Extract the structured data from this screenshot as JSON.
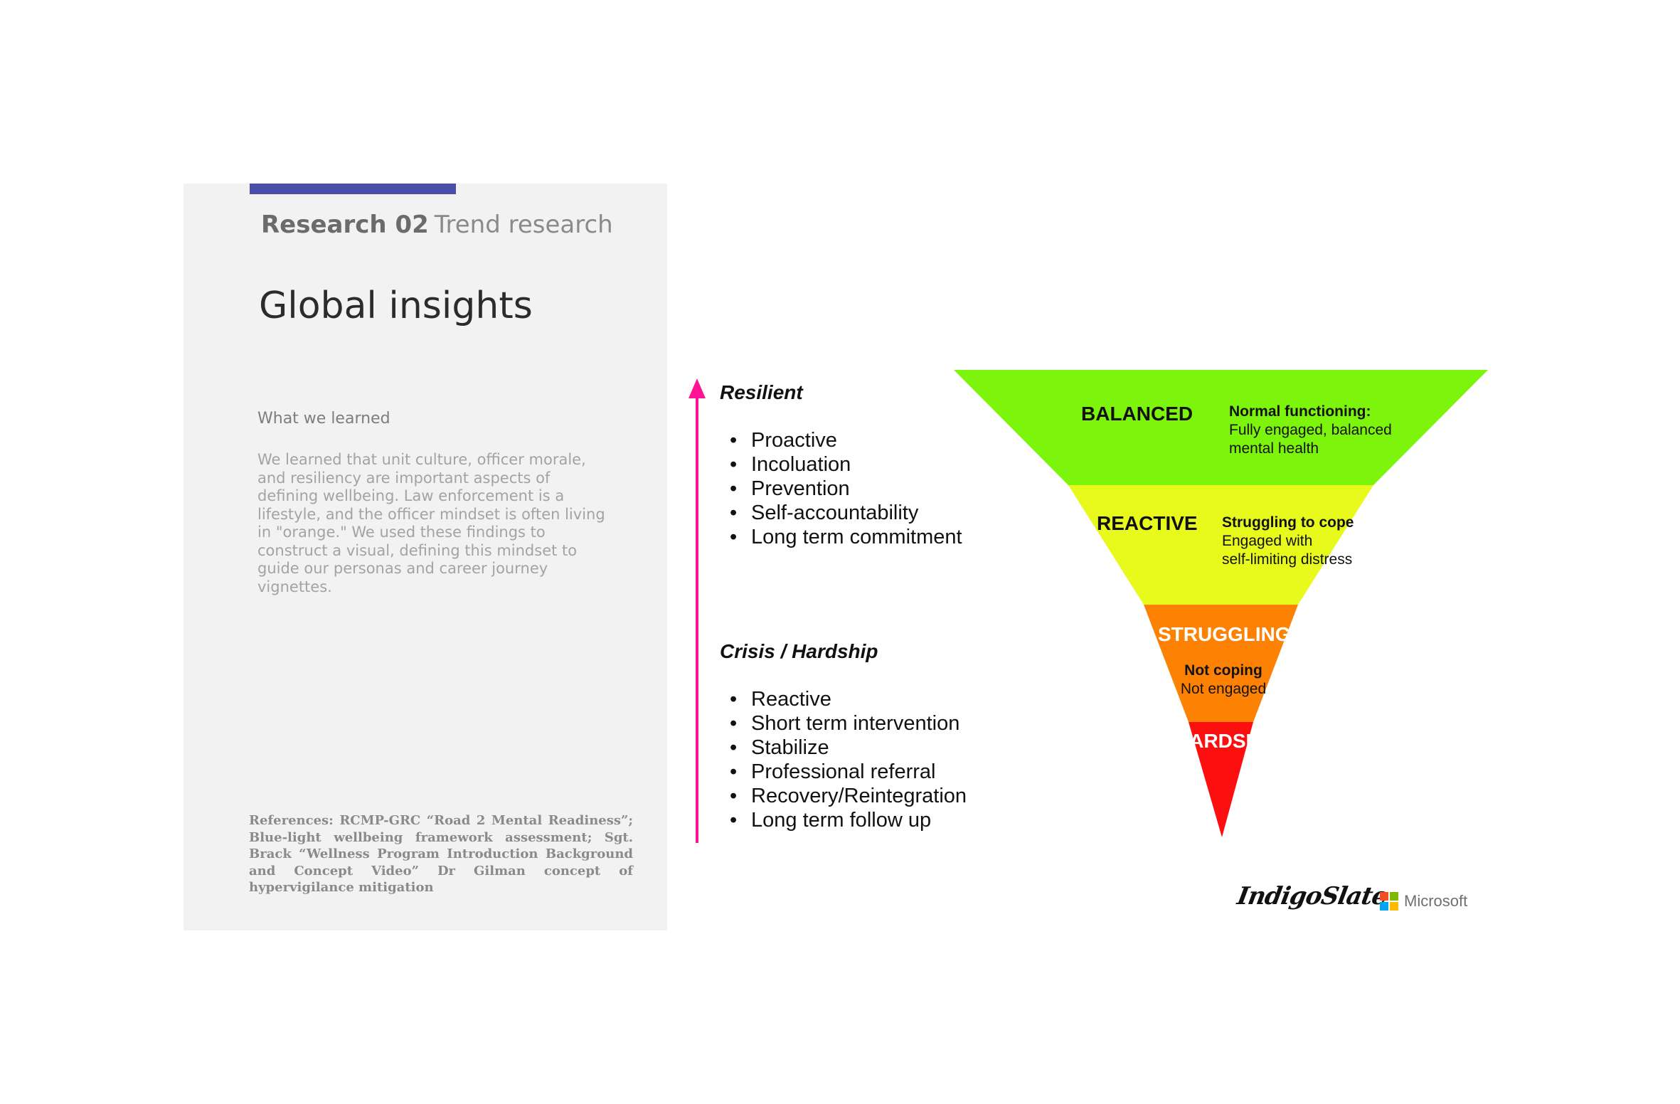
{
  "header": {
    "section_number": "Research 02",
    "section_name": "Trend research",
    "title": "Global insights"
  },
  "learned": {
    "heading": "What we learned",
    "body": "We learned that unit culture, officer morale, and resiliency are important aspects of defining wellbeing. Law enforcement is a lifestyle, and the officer mindset is often living in \"orange.\" We used these findings to construct a visual, defining this mindset to guide our personas and career journey vignettes."
  },
  "references": "References: RCMP-GRC “Road 2 Mental Readiness”; Blue-light wellbeing framework assessment; Sgt. Brack “Wellness Program Introduction Background and Concept Video” Dr Gilman concept of hypervigilance mitigation",
  "spectrum": {
    "arrow_color": "#ff1493",
    "resilient": {
      "heading": "Resilient",
      "items": [
        "Proactive",
        "Incoluation",
        "Prevention",
        "Self-accountability",
        "Long term commitment"
      ]
    },
    "crisis": {
      "heading": "Crisis / Hardship",
      "items": [
        "Reactive",
        "Short term intervention",
        "Stabilize",
        "Professional referral",
        "Recovery/Reintegration",
        "Long term follow up"
      ]
    }
  },
  "pyramid": {
    "levels": [
      {
        "title": "BALANCED",
        "color": "#7cf40c",
        "desc_bold": "Normal functioning:",
        "desc": [
          "Fully engaged, balanced",
          "mental health"
        ]
      },
      {
        "title": "REACTIVE",
        "color": "#e8f91c",
        "desc_bold": "Struggling to cope",
        "desc": [
          "Engaged with",
          "self-limiting distress"
        ]
      },
      {
        "title": "STRUGGLING",
        "color": "#fd8204",
        "desc_bold": "Not coping",
        "desc": [
          "Not engaged"
        ]
      },
      {
        "title": "HARDSHIP",
        "color": "#fe0f0f"
      }
    ]
  },
  "logos": {
    "indigo": "IndigoSlate",
    "microsoft": "Microsoft",
    "ms_colors": [
      "#f25022",
      "#7fba00",
      "#00a4ef",
      "#ffb900"
    ]
  }
}
